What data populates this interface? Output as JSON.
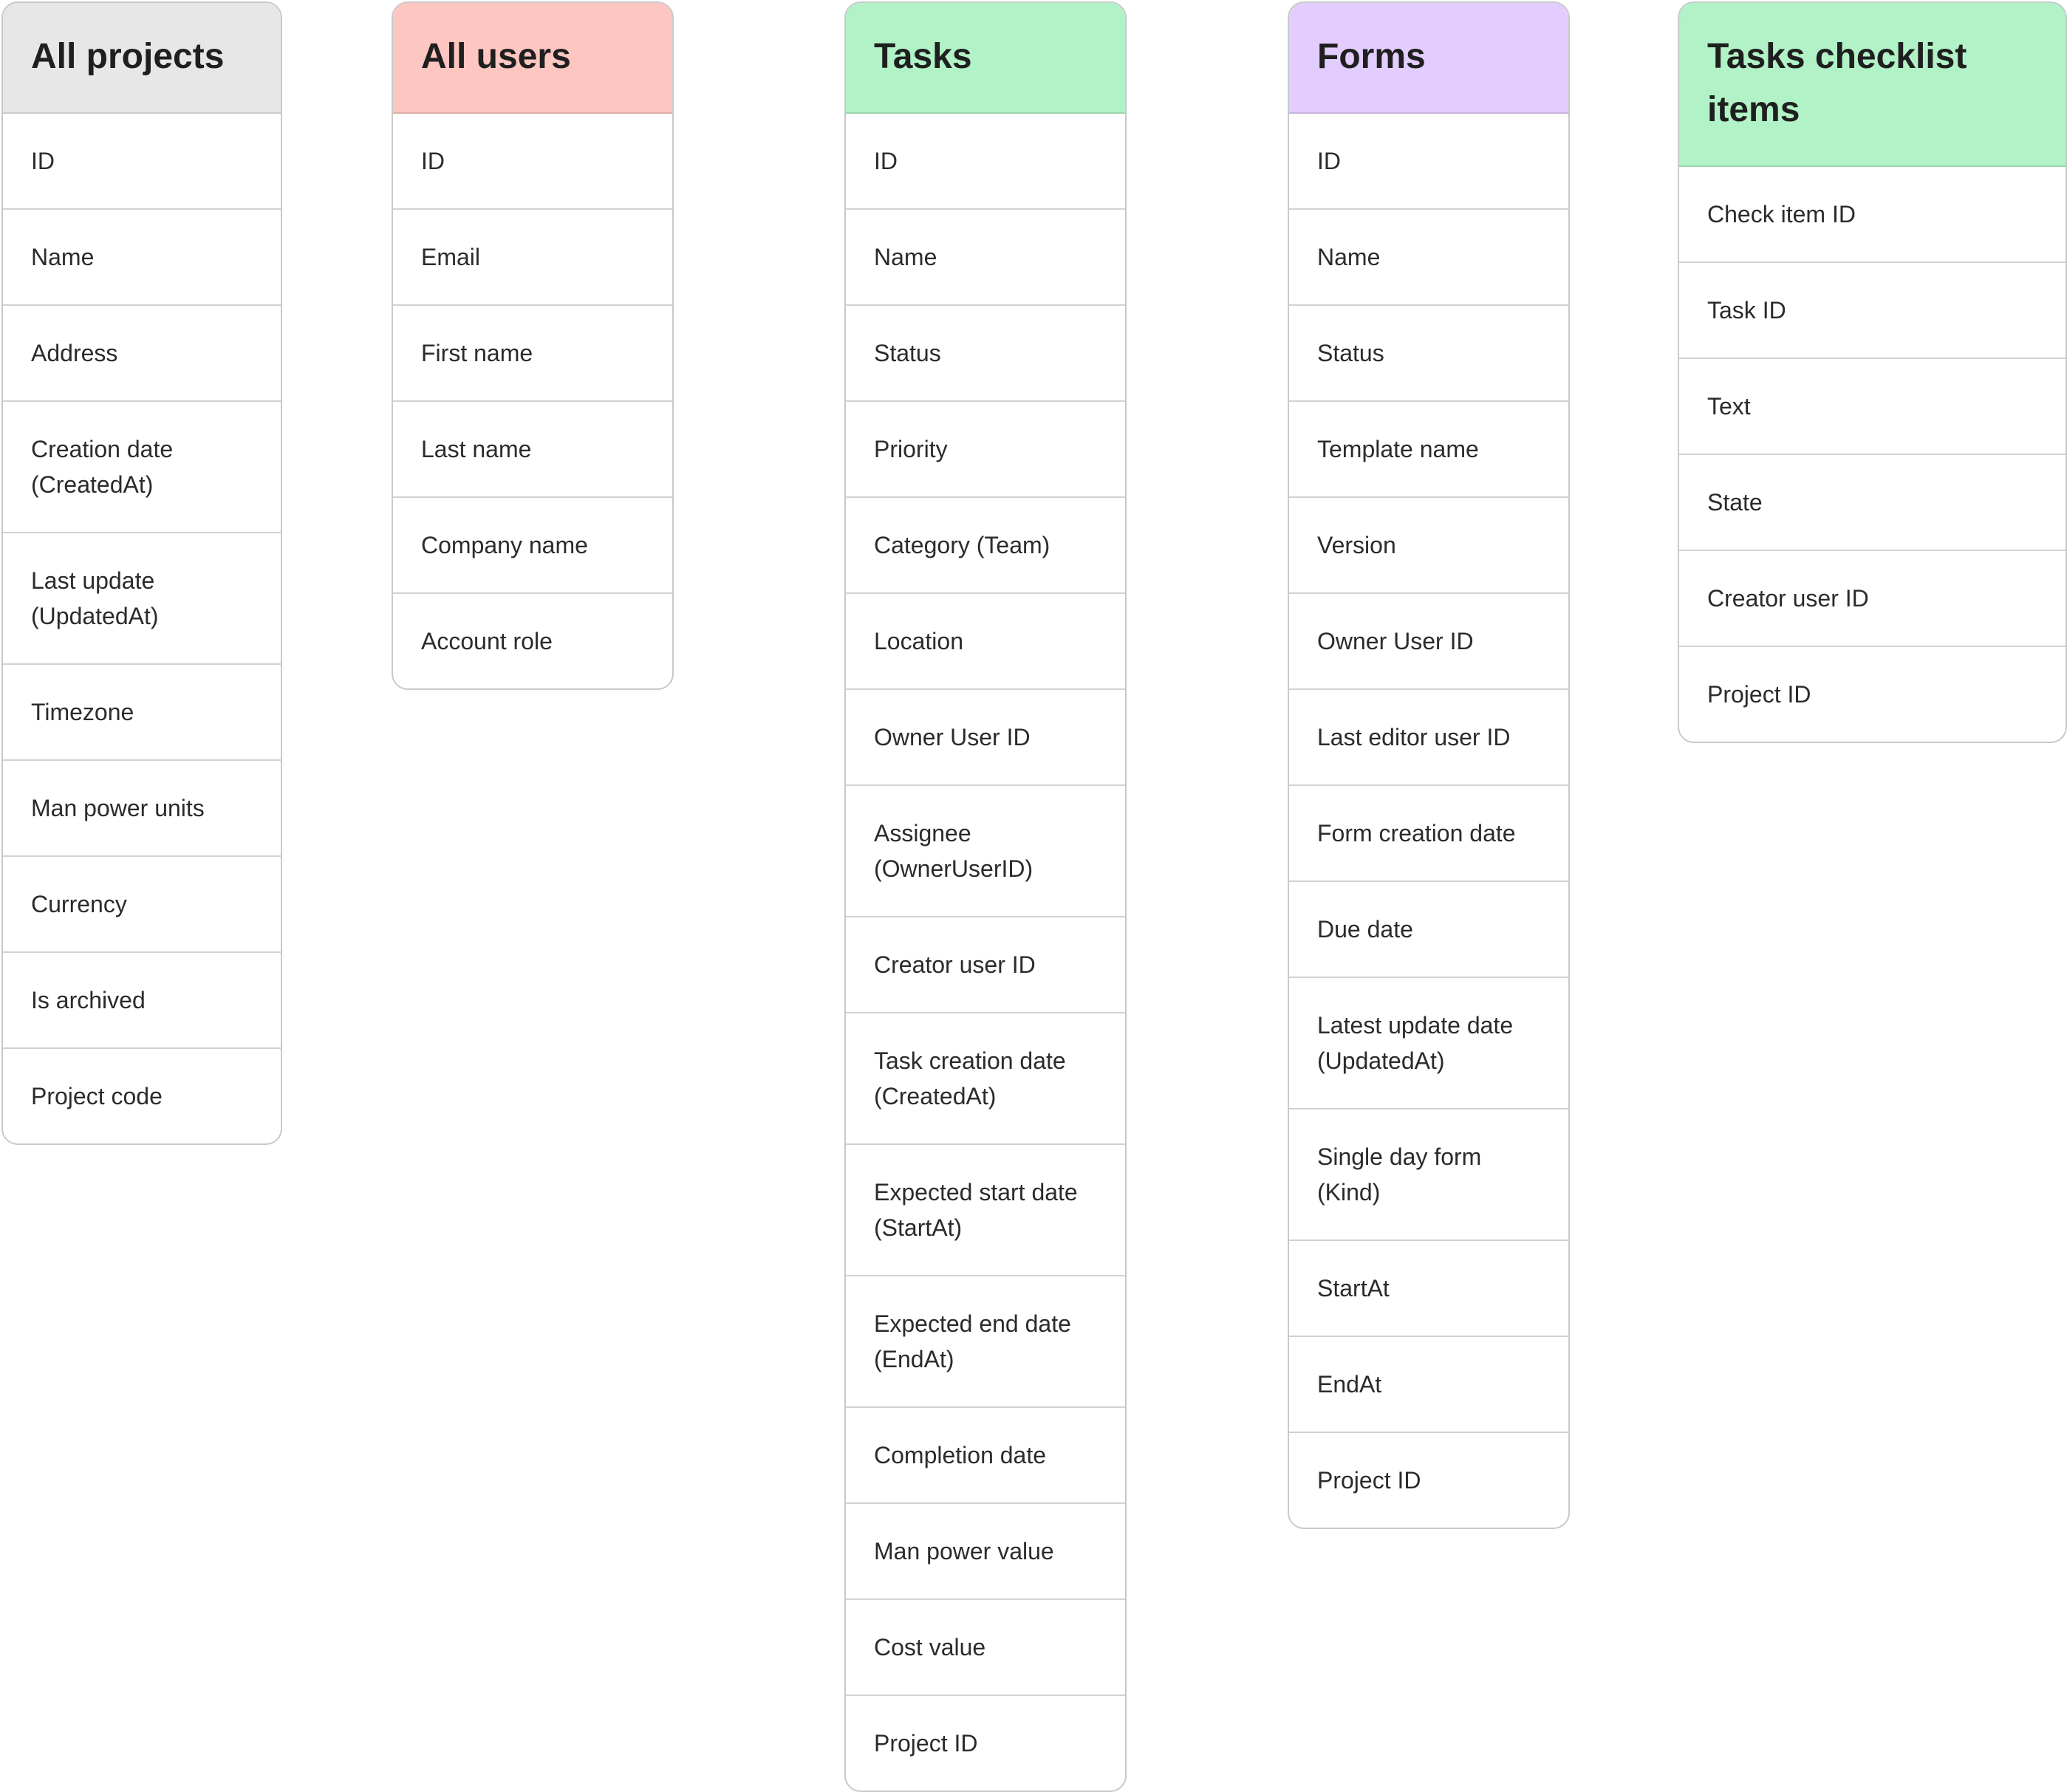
{
  "tables": [
    {
      "key": "projects",
      "title": "All projects",
      "header_color": "#e7e7e7",
      "fields": [
        "ID",
        "Name",
        "Address",
        "Creation date\n(CreatedAt)",
        "Last update\n(UpdatedAt)",
        "Timezone",
        "Man power units",
        "Currency",
        "Is archived",
        "Project code"
      ]
    },
    {
      "key": "users",
      "title": "All users",
      "header_color": "#fec6c0",
      "fields": [
        "ID",
        "Email",
        "First name",
        "Last name",
        "Company name",
        "Account role"
      ]
    },
    {
      "key": "tasks",
      "title": "Tasks",
      "header_color": "#b1f2c7",
      "fields": [
        "ID",
        "Name",
        "Status",
        "Priority",
        "Category (Team)",
        "Location",
        "Owner User ID",
        "Assignee\n(OwnerUserID)",
        "Creator user ID",
        "Task creation date\n(CreatedAt)",
        "Expected start date\n(StartAt)",
        "Expected end date\n(EndAt)",
        "Completion date",
        "Man power value",
        "Cost value",
        "Project ID"
      ]
    },
    {
      "key": "forms",
      "title": "Forms",
      "header_color": "#e3cdfe",
      "fields": [
        "ID",
        "Name",
        "Status",
        "Template name",
        "Version",
        "Owner User ID",
        "Last editor user ID",
        "Form creation date",
        "Due date",
        "Latest update date\n(UpdatedAt)",
        "Single day form\n(Kind)",
        "StartAt",
        "EndAt",
        "Project ID"
      ]
    },
    {
      "key": "checklist",
      "title": "Tasks checklist\nitems",
      "header_color": "#b1f2c7",
      "fields": [
        "Check item ID",
        "Task ID",
        "Text",
        "State",
        "Creator user ID",
        "Project ID"
      ]
    }
  ]
}
